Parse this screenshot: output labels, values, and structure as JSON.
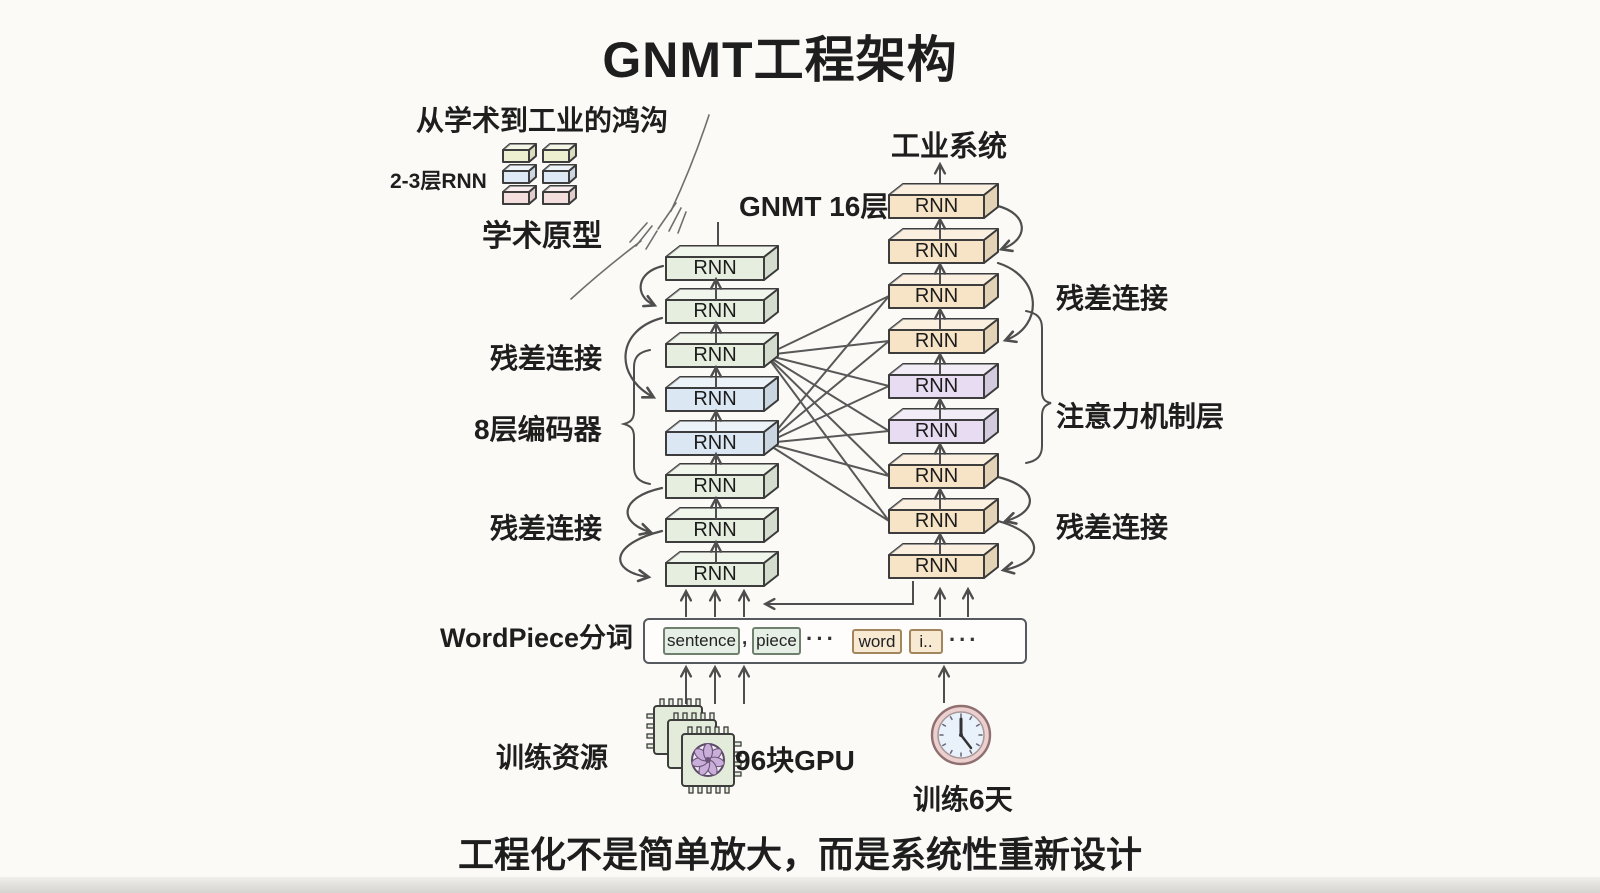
{
  "title": "GNMT工程架构",
  "footer": "工程化不是简单放大，而是系统性重新设计",
  "academic": {
    "gap_label": "从学术到工业的鸿沟",
    "stack_label": "2-3层RNN",
    "caption": "学术原型"
  },
  "industrial": {
    "system_label": "工业系统",
    "scale_label": "GNMT 16层"
  },
  "encoder": {
    "brace_label": "8层编码器",
    "residual_top_label": "残差连接",
    "residual_bottom_label": "残差连接",
    "layers": [
      "RNN",
      "RNN",
      "RNN",
      "RNN",
      "RNN",
      "RNN",
      "RNN",
      "RNN"
    ]
  },
  "decoder": {
    "residual_top_label": "残差连接",
    "attention_label": "注意力机制层",
    "residual_bottom_label": "残差连接",
    "layers": [
      "RNN",
      "RNN",
      "RNN",
      "RNN",
      "RNN",
      "RNN",
      "RNN",
      "RNN",
      "RNN"
    ]
  },
  "tokenizer": {
    "label": "WordPiece分词",
    "tokens": {
      "sentence": "sentence",
      "comma": ",",
      "piece": "piece",
      "dots_mid": "···",
      "word": "word",
      "partial": "i..",
      "dots_end": "..."
    }
  },
  "training": {
    "resources_label": "训练资源",
    "gpu_label": "96块GPU",
    "duration_label": "训练6天"
  },
  "colors": {
    "background": "#fbfaf7",
    "ink": "#1e1e1e",
    "line": "#4e4e4e",
    "box_green": "#e6efdf",
    "box_blue": "#dbe8f3",
    "box_orange": "#f7e4c6",
    "box_purple": "#e7dcf1",
    "mini_yellow": "#ecefd0",
    "mini_blue": "#dde9f4",
    "mini_pink": "#f5dede",
    "token_green": "#e6efe5",
    "token_orange": "#f7e9d2",
    "chip_green": "#e3ecda",
    "fan_purple": "#c9aed9",
    "clock_rim": "#eccfcf",
    "clock_face": "#e9f1fa"
  }
}
